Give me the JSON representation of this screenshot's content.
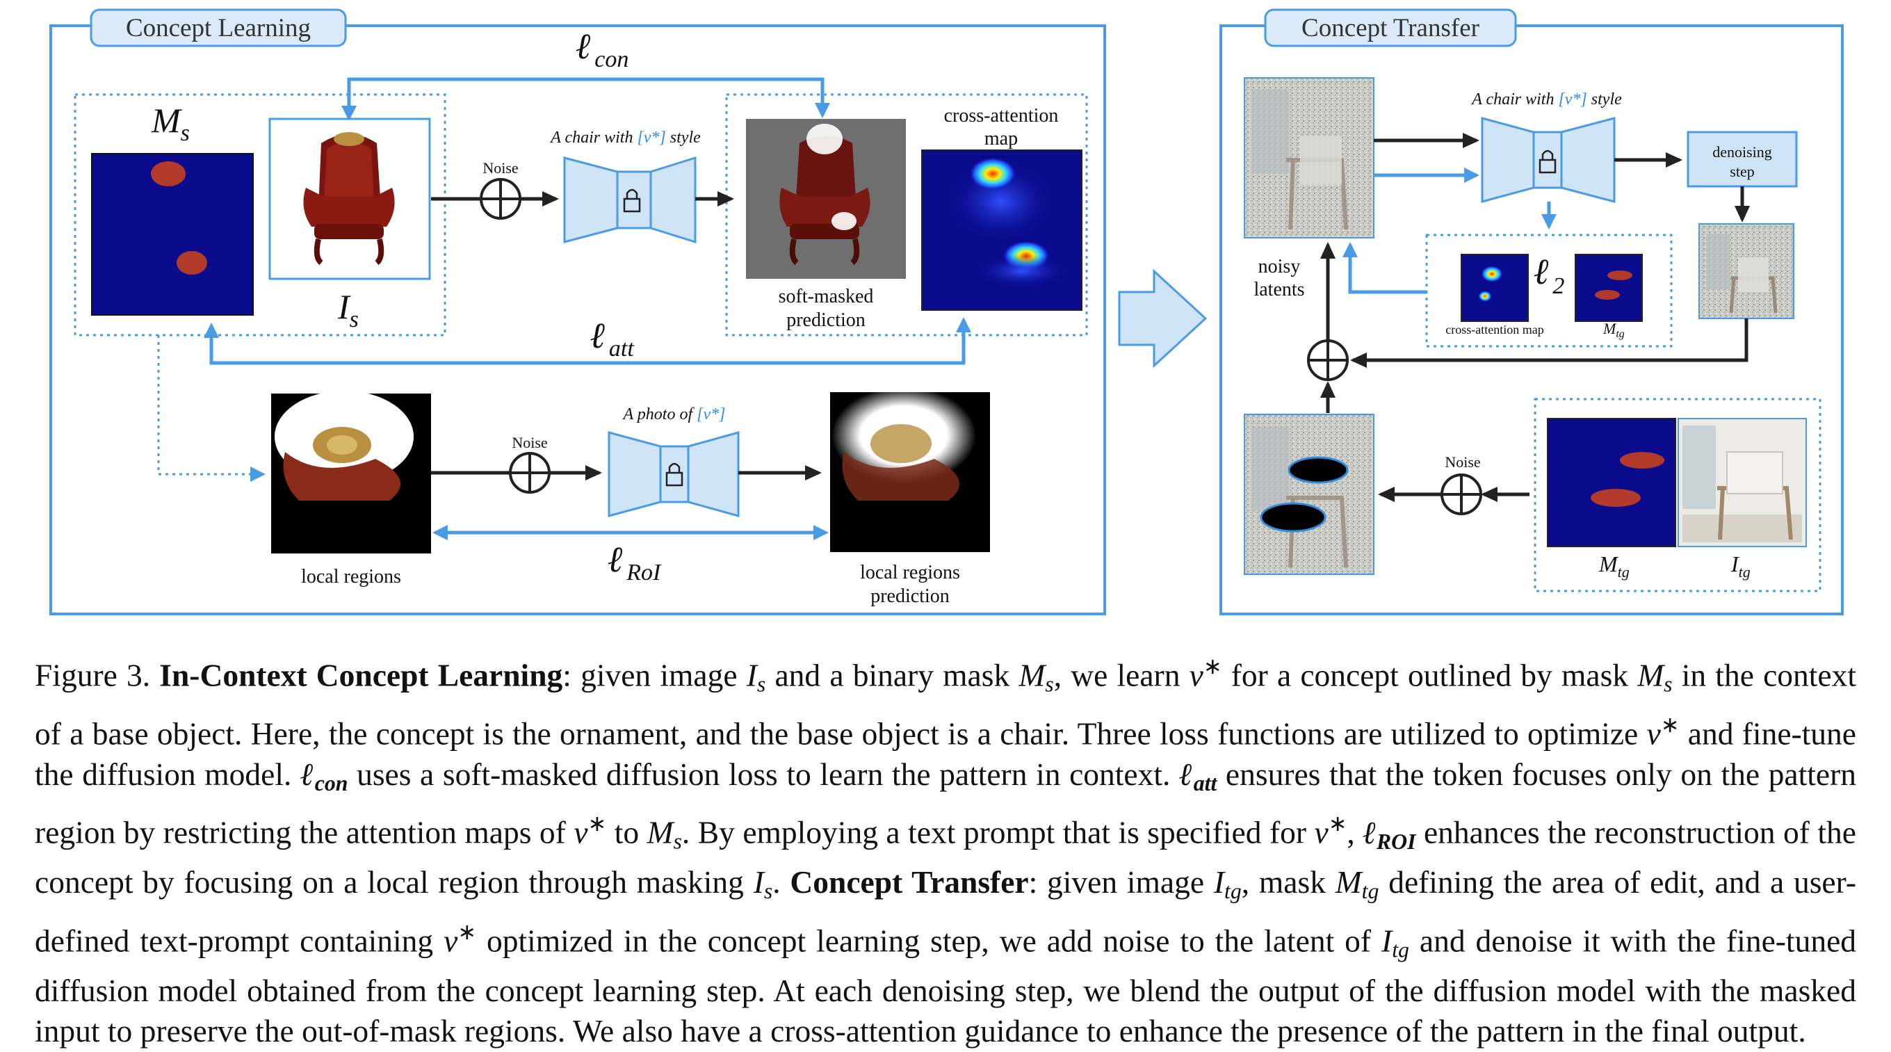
{
  "concept_learning": {
    "title": "Concept Learning",
    "loss_con": "ℓ con",
    "loss_att": "ℓ att",
    "loss_roi": "ℓ RoI",
    "label_ms": "M s",
    "label_is": "I s",
    "noise_1": "Noise",
    "noise_2": "Noise",
    "prompt_1_prefix": "A chair with ",
    "prompt_1_token": "[v*]",
    "prompt_1_suffix": " style",
    "prompt_2_prefix": "A photo of ",
    "prompt_2_token": "[v*]",
    "soft_masked_line1": "soft-masked",
    "soft_masked_line2": "prediction",
    "cross_attention_line1": "cross-attention",
    "cross_attention_line2": "map",
    "local_regions": "local regions",
    "local_pred_line1": "local regions",
    "local_pred_line2": "prediction"
  },
  "concept_transfer": {
    "title": "Concept Transfer",
    "prompt_prefix": "A chair with ",
    "prompt_token": "[v*]",
    "prompt_suffix": " style",
    "denoising_line1": "denoising",
    "denoising_line2": "step",
    "noisy_line1": "noisy",
    "noisy_line2": "latents",
    "loss_l2": "ℓ 2",
    "cross_attention_map": "cross-attention map",
    "label_mtg_small": "M tg",
    "noise": "Noise",
    "label_mtg": "M tg",
    "label_itg": "I tg"
  },
  "caption": {
    "figure_number": "Figure 3.",
    "title_1": "In-Context Concept Learning",
    "text_1": ": given image ",
    "text_2": " and a binary mask ",
    "text_3": ", we learn ",
    "text_4": " for a concept outlined by mask ",
    "text_5": " in the context of a base object. Here, the concept is the ornament, and the base object is a chair. Three loss functions are utilized to optimize ",
    "text_6": " and fine-tune the diffusion model. ",
    "text_7": " uses a soft-masked diffusion loss to learn the pattern in context. ",
    "text_8": " ensures that the token focuses only on the pattern region by restricting the attention maps of ",
    "text_9": " to ",
    "text_10": ". By employing a text prompt that is specified for ",
    "text_11": ", ",
    "text_12": " enhances the reconstruction of the concept by focusing on a local region through masking ",
    "text_13": ". ",
    "title_2": "Concept Transfer",
    "text_14": ": given image ",
    "text_15": ", mask ",
    "text_16": " defining the area of edit, and a user-defined text-prompt containing ",
    "text_17": " optimized in the concept learning step, we add noise to the latent of ",
    "text_18": " and denoise it with the fine-tuned diffusion model obtained from the concept learning step. At each denoising step, we blend the output of the diffusion model with the masked input to preserve the out-of-mask regions. We also have a cross-attention guidance to enhance the presence of the pattern in the final output."
  },
  "colors": {
    "blue_line": "#4a9be6",
    "panel_border": "#4a9be6",
    "unet_fill": "#cfe4f7",
    "mask_bg": "#0a0a8c",
    "mask_blob": "#b23a2a",
    "token_blue": "#2f8ee0"
  }
}
